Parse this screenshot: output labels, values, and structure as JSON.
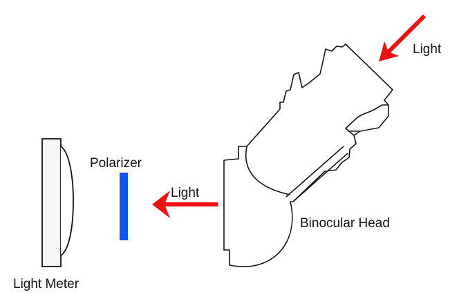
{
  "labels": {
    "light_top": "Light",
    "light_middle": "Light",
    "polarizer": "Polarizer",
    "binocular_head": "Binocular Head",
    "light_meter": "Light Meter"
  },
  "colors": {
    "arrow": "#ee1111",
    "polarizer": "#1155ee",
    "outline": "#111111",
    "meter_face": "#f6f6f6"
  },
  "icons": {
    "arrow": "arrow-icon",
    "polarizer": "polarizer-plate",
    "meter": "light-meter-icon",
    "microscope": "binocular-head-icon"
  }
}
